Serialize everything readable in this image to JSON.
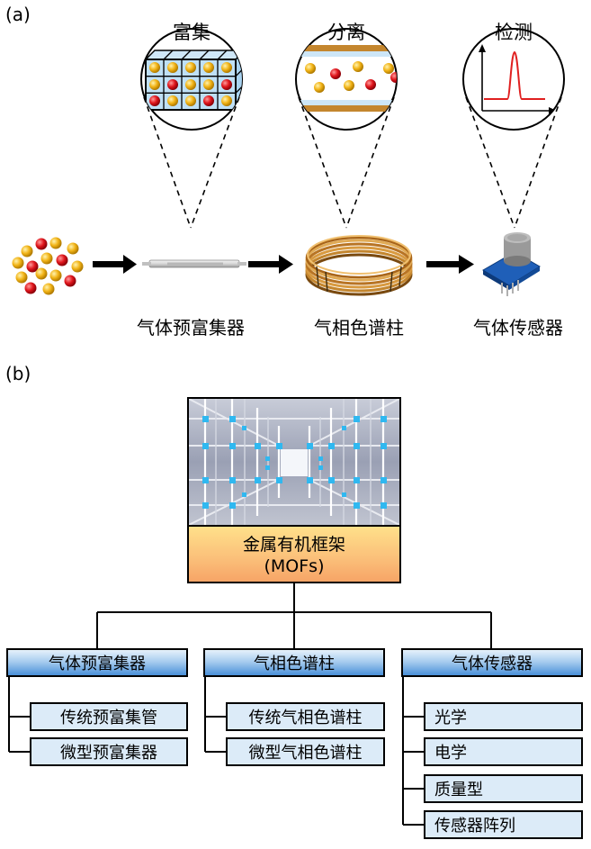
{
  "panel_a": {
    "label": "(a)",
    "bubbles": {
      "enrich": "富集",
      "separate": "分离",
      "detect": "检测"
    },
    "captions": {
      "preconcentrator": "气体预富集器",
      "gc_column": "气相色谱柱",
      "sensor": "气体传感器"
    }
  },
  "panel_b": {
    "label": "(b)",
    "mof_title": "金属有机框架",
    "mof_abbr": "(MOFs)",
    "categories": {
      "preconcentrator": {
        "label": "气体预富集器",
        "items": [
          "传统预富集管",
          "微型预富集器"
        ]
      },
      "gc_column": {
        "label": "气相色谱柱",
        "items": [
          "传统气相色谱柱",
          "微型气相色谱柱"
        ]
      },
      "sensor": {
        "label": "气体传感器",
        "items": [
          "光学",
          "电学",
          "质量型",
          "传感器阵列"
        ]
      }
    }
  },
  "colors": {
    "molecule_yellow": "#f2b417",
    "molecule_red": "#e0161c",
    "cat_blue": "#4a90d9",
    "sub_fill": "#dcebf8",
    "mof_orange": "#f6a265",
    "column_brown": "#c4862e",
    "signal_red": "#e02020"
  }
}
